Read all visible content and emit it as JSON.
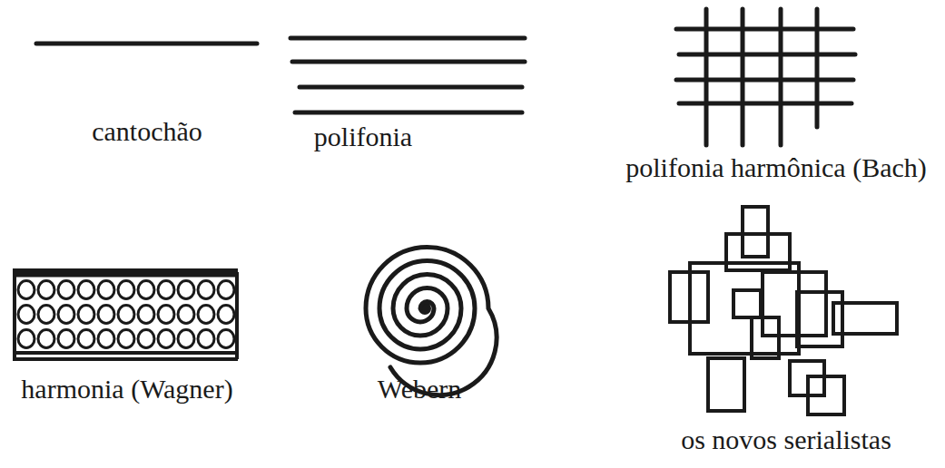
{
  "diagram": {
    "labels": [
      "cantochão",
      "polifonia",
      "polifonia harmônica (Bach)",
      "harmonia (Wagner)",
      "Webern",
      "os novos serialistas"
    ]
  }
}
